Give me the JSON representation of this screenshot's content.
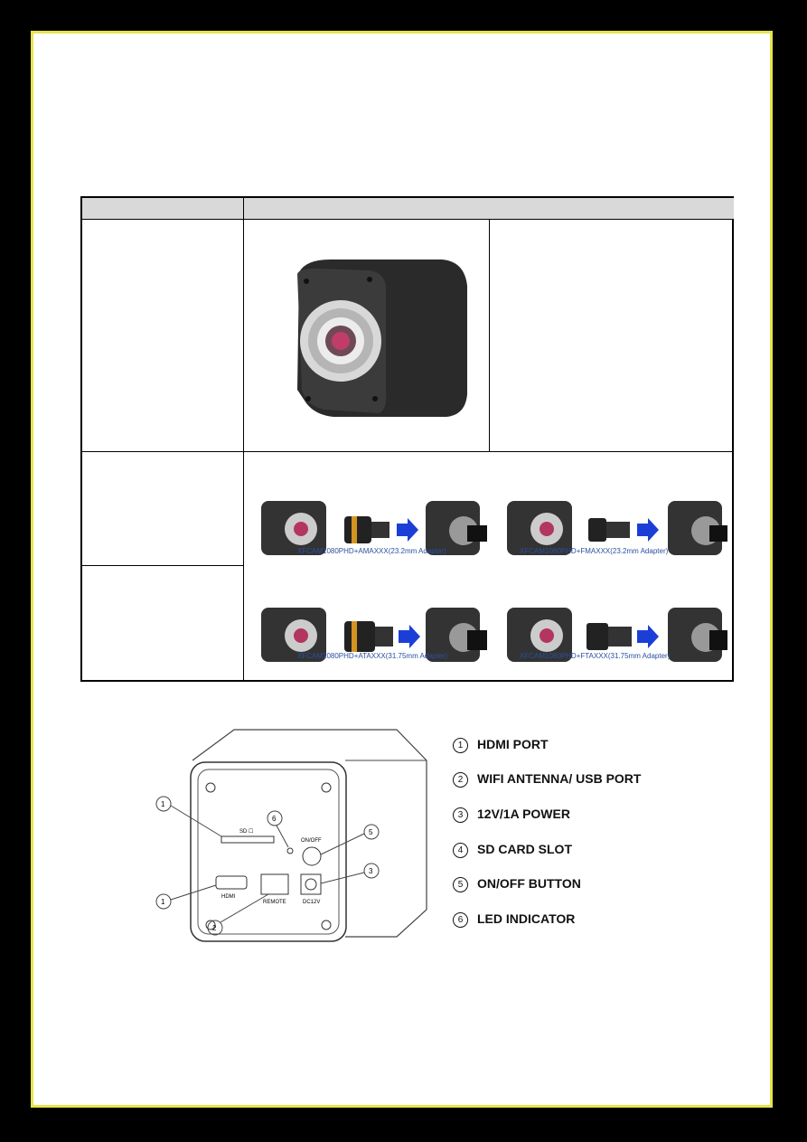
{
  "adapters": [
    {
      "caption": "XFCAM1080PHD+AMAXXX(23.2mm Adapter)"
    },
    {
      "caption": "XFCAM1080PHD+FMAXXX(23.2mm Adapter)"
    },
    {
      "caption": "XFCAM1080PHD+ATAXXX(31.75mm Adapter)"
    },
    {
      "caption": "XFCAM1080PHD+FTAXXX(31.75mm Adapter)"
    }
  ],
  "diagram": {
    "labels": {
      "sd": "SD ☐",
      "onoff": "ON/OFF",
      "hdmi": "HDMI",
      "remote": "REMOTE",
      "dc": "DC12V"
    },
    "callouts": [
      "1",
      "6",
      "5",
      "3",
      "1",
      "2"
    ]
  },
  "legend": [
    {
      "num": "1",
      "text": "HDMI PORT"
    },
    {
      "num": "2",
      "text": "WIFI ANTENNA/ USB PORT"
    },
    {
      "num": "3",
      "text": "12V/1A POWER"
    },
    {
      "num": "4",
      "text": "SD CARD SLOT"
    },
    {
      "num": "5",
      "text": "ON/OFF BUTTON"
    },
    {
      "num": "6",
      "text": "LED INDICATOR"
    }
  ]
}
